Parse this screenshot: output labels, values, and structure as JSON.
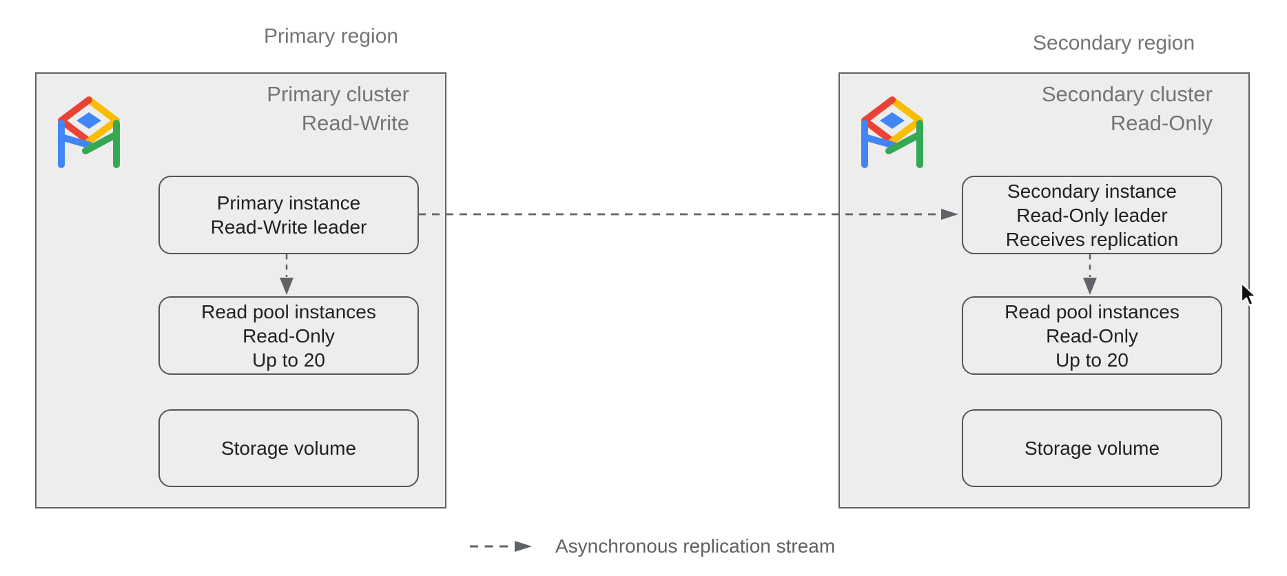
{
  "regions": [
    {
      "label": "Primary region",
      "cluster": {
        "title": [
          "Primary cluster",
          "Read-Write"
        ],
        "icon": "alloydb-logo-icon",
        "nodes": [
          {
            "lines": [
              "Primary instance",
              "Read-Write leader"
            ]
          },
          {
            "lines": [
              "Read pool instances",
              "Read-Only",
              "Up to 20"
            ]
          },
          {
            "lines": [
              "Storage volume"
            ]
          }
        ]
      }
    },
    {
      "label": "Secondary region",
      "cluster": {
        "title": [
          "Secondary cluster",
          "Read-Only"
        ],
        "icon": "alloydb-logo-icon",
        "nodes": [
          {
            "lines": [
              "Secondary instance",
              "Read-Only leader",
              "Receives replication"
            ]
          },
          {
            "lines": [
              "Read pool instances",
              "Read-Only",
              "Up to 20"
            ]
          },
          {
            "lines": [
              "Storage volume"
            ]
          }
        ]
      }
    }
  ],
  "legend": {
    "label": "Asynchronous replication stream"
  },
  "colors": {
    "panel_fill": "#ededed",
    "panel_border": "#5f6368",
    "node_border": "#54555a",
    "node_text": "#212121",
    "muted_text": "#757575",
    "legend_text": "#616161",
    "arrow": "#5f6368",
    "logo_blue": "#4285F4",
    "logo_red": "#EA4335",
    "logo_yellow": "#FBBC04",
    "logo_green": "#34A853"
  }
}
